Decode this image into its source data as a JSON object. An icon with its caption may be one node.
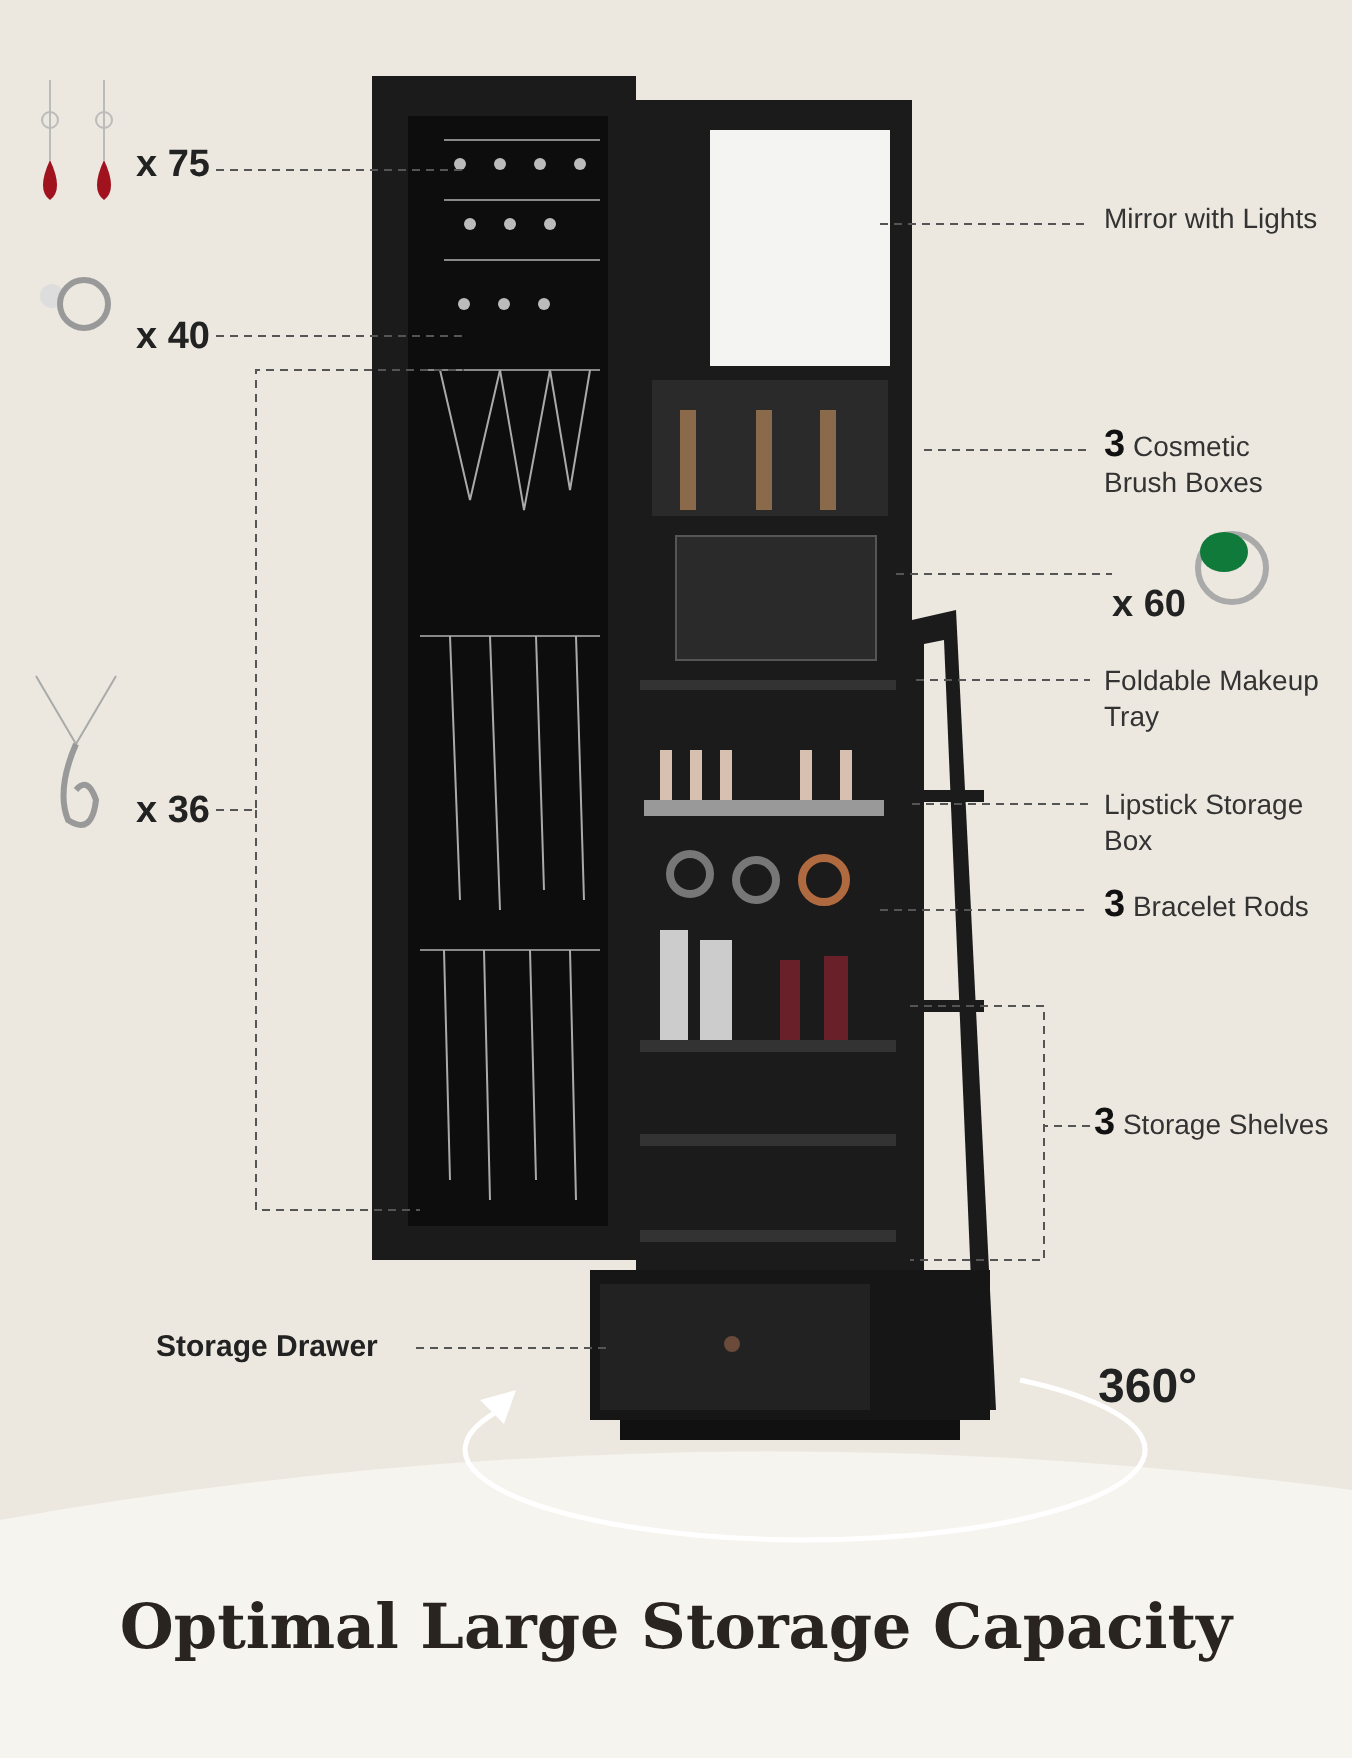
{
  "diagram": {
    "title": "Optimal Large Storage Capacity",
    "nodes": [
      {
        "text": [
          "x 75"
        ]
      },
      {
        "text": [
          "x 40"
        ]
      },
      {
        "text": [
          "x 36"
        ]
      },
      {
        "text": [
          "Mirror with Lights"
        ]
      },
      {
        "text": [
          "**3** Cosmetic Brush Boxes"
        ]
      },
      {
        "text": [
          "x 60"
        ]
      },
      {
        "text": [
          "Foldable Makeup Tray"
        ]
      },
      {
        "text": [
          "Lipstick Storage Box"
        ]
      },
      {
        "text": [
          "**3** Bracelet Rods"
        ]
      },
      {
        "text": [
          "**3** Storage Shelves"
        ]
      },
      {
        "text": [
          "Storage Drawer"
        ]
      }
    ],
    "edges": [
      {
        "from": 0,
        "to": null,
        "arrow": "none"
      },
      {
        "from": 1,
        "to": null,
        "arrow": "none"
      },
      {
        "from": 2,
        "to": null,
        "arrow": "none"
      },
      {
        "from": 3,
        "to": null,
        "arrow": "none"
      },
      {
        "from": 4,
        "to": null,
        "arrow": "none"
      },
      {
        "from": 5,
        "to": null,
        "arrow": "none"
      },
      {
        "from": 6,
        "to": null,
        "arrow": "none"
      },
      {
        "from": 7,
        "to": null,
        "arrow": "none"
      },
      {
        "from": 8,
        "to": null,
        "arrow": "none"
      },
      {
        "from": 9,
        "to": null,
        "arrow": "none"
      },
      {
        "from": 10,
        "to": null,
        "arrow": "none"
      }
    ],
    "labels": [
      "360°"
    ]
  }
}
